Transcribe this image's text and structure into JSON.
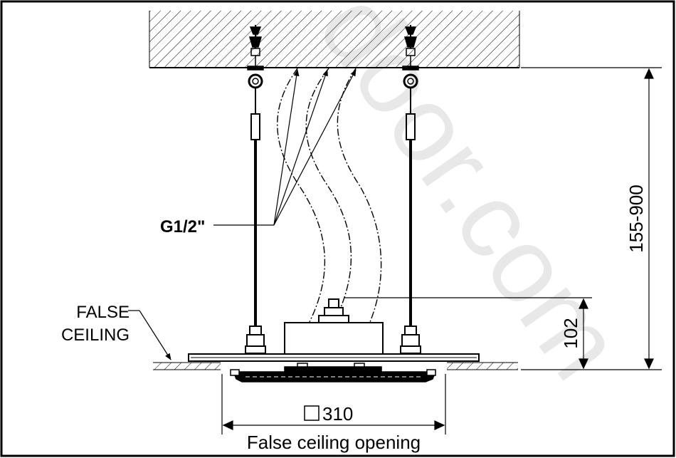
{
  "labels": {
    "pipe_thread": "G1/2\"",
    "false_ceiling_line1": "FALSE",
    "false_ceiling_line2": "CEILING",
    "height_range": "155-900",
    "body_height": "102",
    "opening_size": "310",
    "opening_caption": "False ceiling opening"
  },
  "watermark": {
    "text": "door.com",
    "color": "#e6e6e6"
  },
  "colors": {
    "line": "#000000",
    "background": "#ffffff"
  }
}
